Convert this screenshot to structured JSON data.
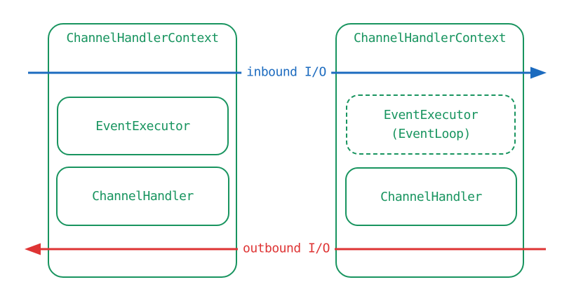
{
  "colors": {
    "green": "#18945f",
    "blue": "#1c6bbf",
    "red": "#de3434",
    "background": "#ffffff"
  },
  "diagram": {
    "left_context": {
      "title": "ChannelHandlerContext",
      "executor_box": {
        "label": "EventExecutor",
        "style": "solid"
      },
      "handler_box": {
        "label": "ChannelHandler",
        "style": "solid"
      }
    },
    "right_context": {
      "title": "ChannelHandlerContext",
      "executor_box": {
        "label_line1": "EventExecutor",
        "label_line2": "(EventLoop)",
        "style": "dashed"
      },
      "handler_box": {
        "label": "ChannelHandler",
        "style": "solid"
      }
    },
    "arrows": {
      "inbound": {
        "label": "inbound I/O",
        "direction": "right",
        "color": "#1c6bbf"
      },
      "outbound": {
        "label": "outbound I/O",
        "direction": "left",
        "color": "#de3434"
      }
    }
  }
}
